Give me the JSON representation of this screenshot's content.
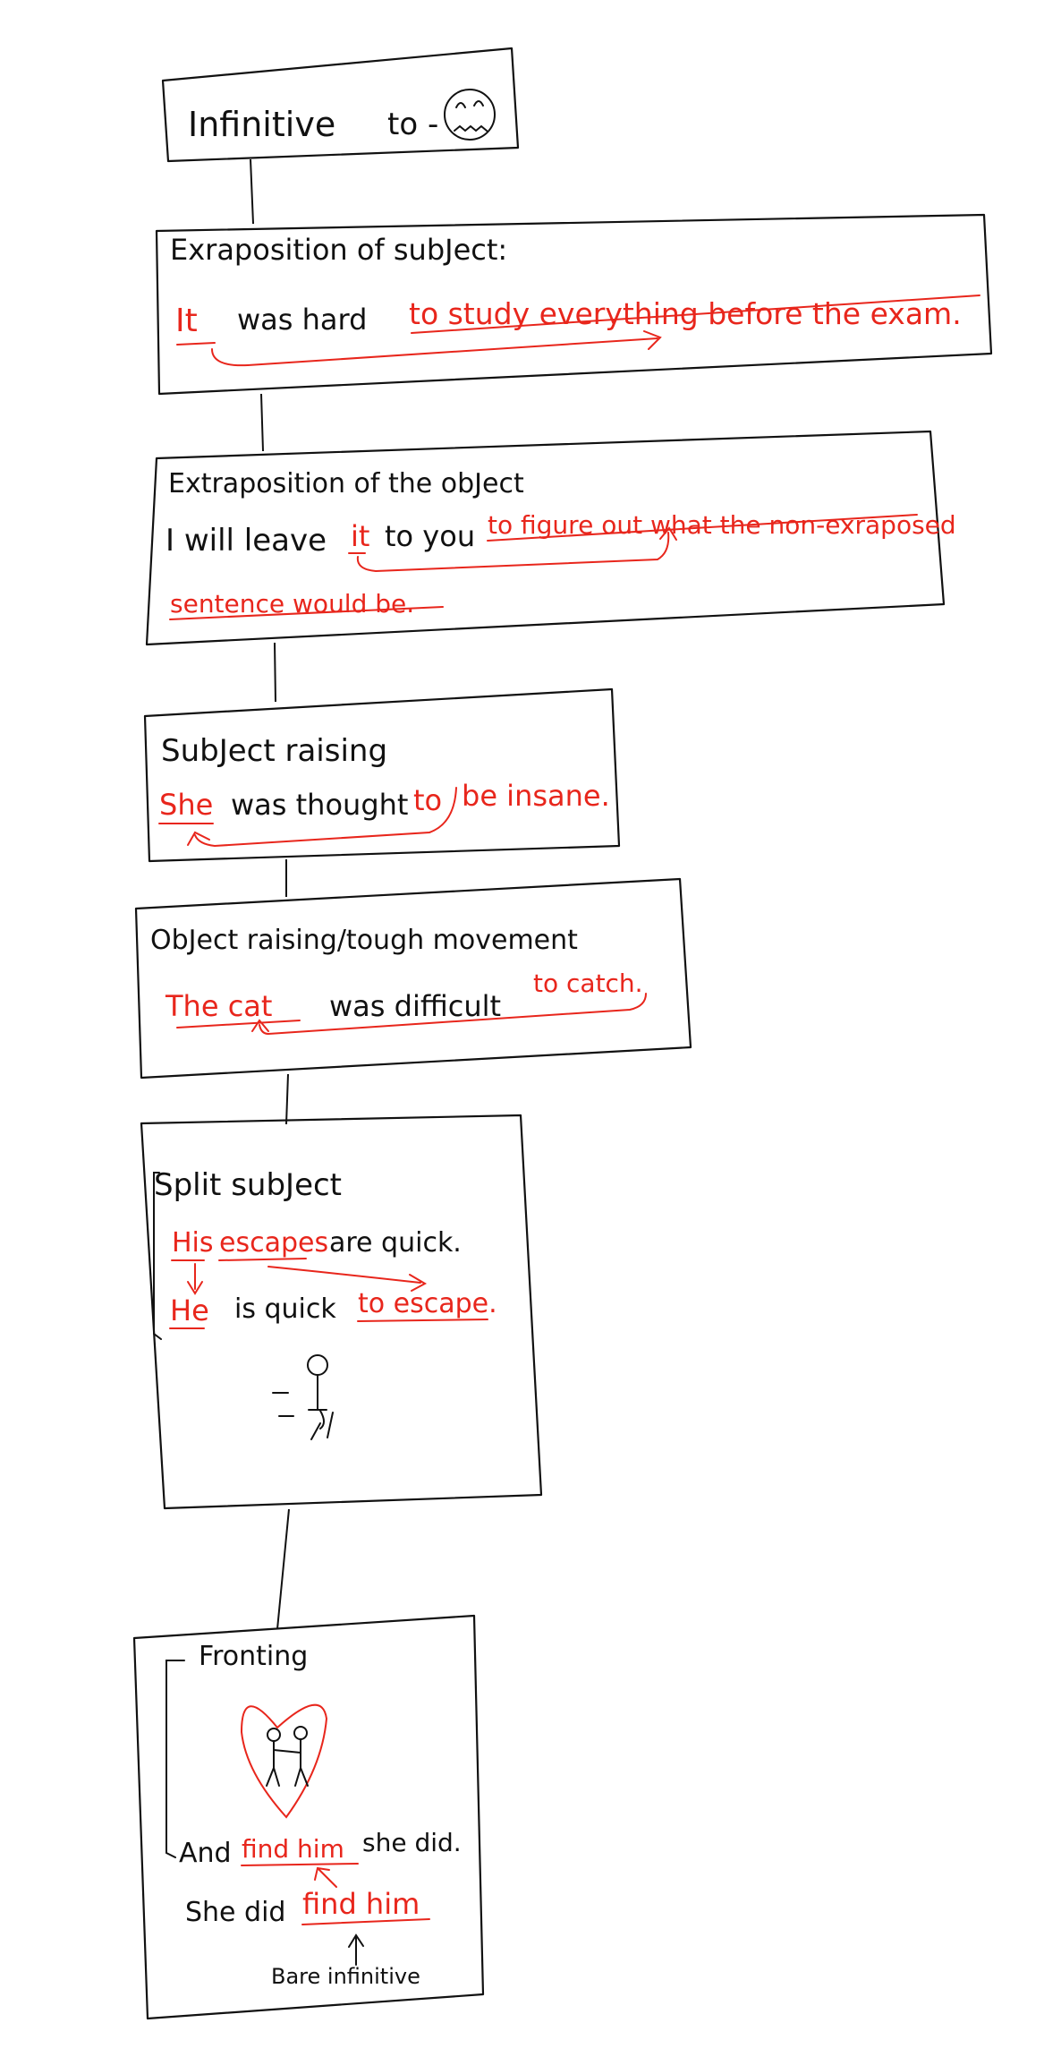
{
  "title": {
    "text": "Infinitive",
    "to": "to -"
  },
  "sections": {
    "extra_subject": {
      "heading": "Exraposition of subJect:",
      "it": "It",
      "mid": "was hard",
      "phrase": "to study everything before the exam."
    },
    "extra_object": {
      "heading": "Extraposition of the obJect",
      "lead": "I will leave",
      "it": "it",
      "mid": "to you",
      "phrase1": "to figure out what the non-exraposed",
      "phrase2": "sentence would be."
    },
    "subject_raising": {
      "heading": "SubJect raising",
      "she": "She",
      "mid": "was thought",
      "to": "to",
      "rest": "be insane."
    },
    "object_raising": {
      "heading": "ObJect raising/tough movement",
      "the_cat": "The cat",
      "mid": "was difficult",
      "rest": "to catch."
    },
    "split_subject": {
      "heading": "Split subJect",
      "his": "His",
      "escapes": "escapes",
      "line1_rest": "are quick.",
      "he": "He",
      "mid": "is quick",
      "rest": "to escape."
    },
    "fronting": {
      "heading": "Fronting",
      "and": "And",
      "find_him_1": "find him",
      "line1_rest": "she did.",
      "she_did": "She did",
      "find_him_2": "find him",
      "note": "Bare infinitive"
    }
  },
  "colors": {
    "ink": "#111111",
    "accent": "#e8261c"
  }
}
